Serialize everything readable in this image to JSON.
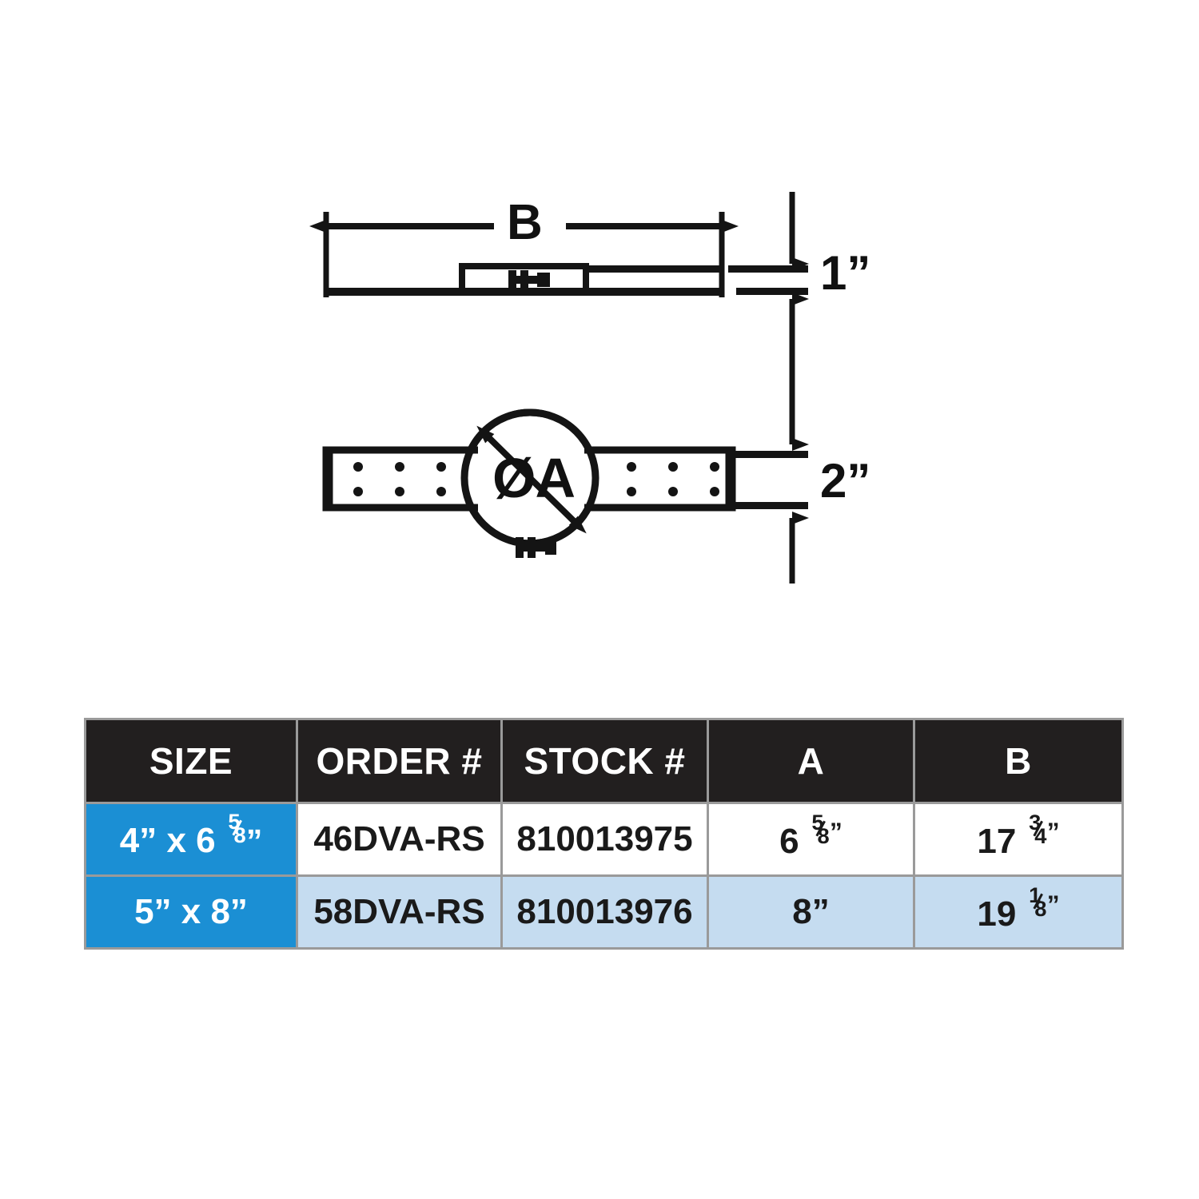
{
  "diagram": {
    "name": "round-support-bracket-drawing",
    "labels": {
      "width_dim": "B",
      "height_side_dim": "1”",
      "height_plan_dim": "2”",
      "diameter_dim": "ØA"
    },
    "views": [
      {
        "name": "side-elevation-view",
        "description": "Flat band side view with raised collar and fastener"
      },
      {
        "name": "plan-view",
        "description": "Round collar with two perforated mounting straps"
      }
    ],
    "hole_columns": 3,
    "hole_rows": 2
  },
  "table": {
    "name": "specification-table",
    "headers": [
      "SIZE",
      "ORDER #",
      "STOCK #",
      "A",
      "B"
    ],
    "rows": [
      {
        "size_whole": "4” x 6 ",
        "size_frac_num": "5",
        "size_frac_den": "8",
        "size_suffix": "”",
        "order": "46DVA-RS",
        "stock": "810013975",
        "a_whole": "6 ",
        "a_frac_num": "5",
        "a_frac_den": "8",
        "a_suffix": "”",
        "b_whole": "17 ",
        "b_frac_num": "3",
        "b_frac_den": "4",
        "b_suffix": "”"
      },
      {
        "size_whole": "5” x 8”",
        "size_frac_num": "",
        "size_frac_den": "",
        "size_suffix": "",
        "order": "58DVA-RS",
        "stock": "810013976",
        "a_whole": "8”",
        "a_frac_num": "",
        "a_frac_den": "",
        "a_suffix": "",
        "b_whole": "19 ",
        "b_frac_num": "1",
        "b_frac_den": "8",
        "b_suffix": "”"
      }
    ]
  },
  "colors": {
    "header_bg": "#221f1f",
    "accent_blue": "#1b8fd4",
    "row_alt_blue": "#c5dcf0",
    "row_white": "#ffffff",
    "grid_gray": "#9a9a9a",
    "ink": "#1a1a1a"
  }
}
